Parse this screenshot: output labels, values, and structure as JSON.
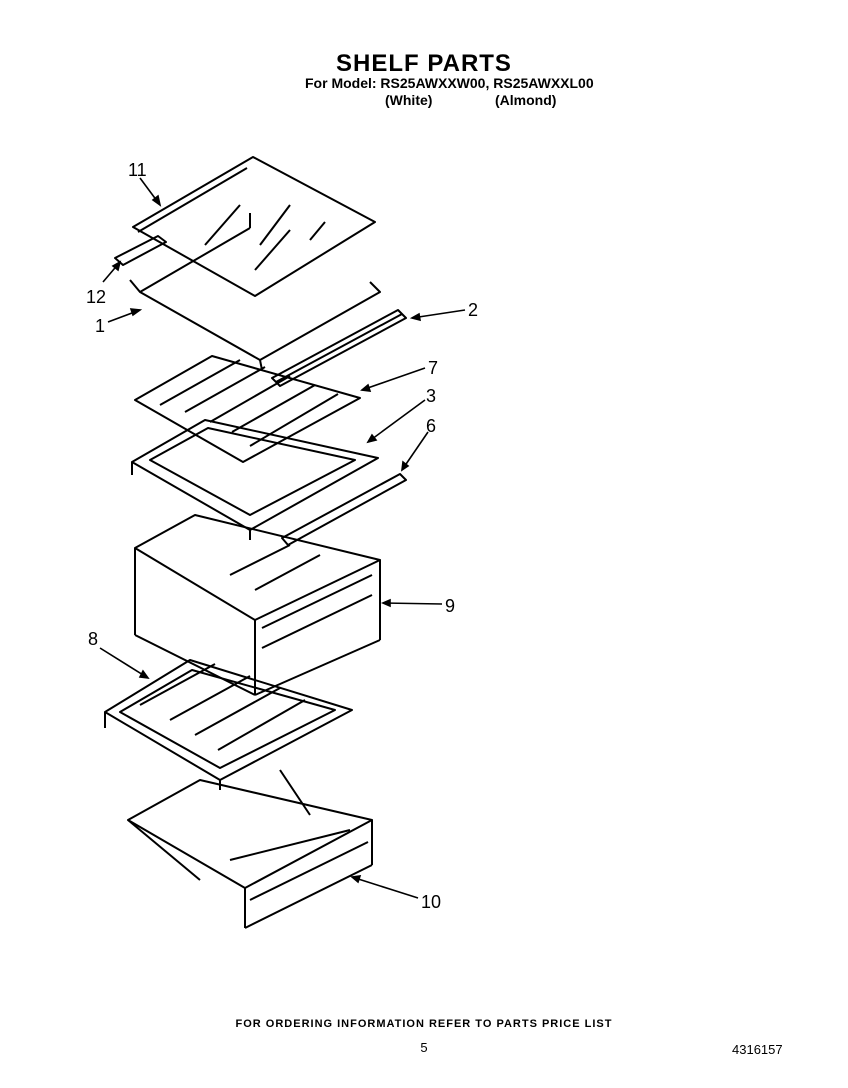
{
  "header": {
    "title": "SHELF PARTS",
    "model_line": "For Model: RS25AWXXW00, RS25AWXXL00",
    "variant_white": "(White)",
    "variant_almond": "(Almond)"
  },
  "callouts": [
    "11",
    "12",
    "1",
    "2",
    "7",
    "3",
    "6",
    "9",
    "8",
    "10"
  ],
  "footer": {
    "ordering_note": "FOR ORDERING INFORMATION REFER TO PARTS PRICE LIST",
    "page_number": "5",
    "document_number": "4316157"
  }
}
